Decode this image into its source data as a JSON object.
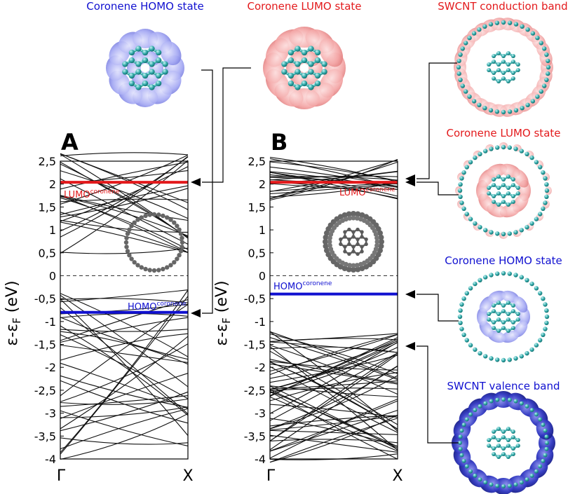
{
  "colors": {
    "red": "#e31a1c",
    "blue": "#1010d0",
    "atom": "#2ea7a7",
    "red_orbital": "#f5a0a0",
    "blue_orbital": "#9fa3f2",
    "dark_blue_orbital": "#2d35c0"
  },
  "captions": {
    "top_homo": "Coronene HOMO state",
    "top_lumo": "Coronene LUMO state",
    "right_cb": "SWCNT conduction band",
    "right_lumo": "Coronene LUMO state",
    "right_homo": "Coronene HOMO state",
    "right_vb": "SWCNT valence band"
  },
  "panels": {
    "A": {
      "label": "A",
      "lumo_text": "LUMO",
      "lumo_sup": "coronene",
      "homo_text": "HOMO",
      "homo_sup": "coronene"
    },
    "B": {
      "label": "B",
      "lumo_text": "LUMO",
      "lumo_sup": "coronene",
      "homo_text": "HOMO",
      "homo_sup": "coronene"
    }
  },
  "axis": {
    "ylabel_main": "ε-ε",
    "ylabel_sub": "F",
    "ylabel_unit": " (eV)",
    "x_left": "Γ",
    "x_right": "X",
    "yticks": [
      "2,5",
      "2",
      "1,5",
      "1",
      "0,5",
      "0",
      "-0,5",
      "-1",
      "-1,5",
      "-2",
      "-2,5",
      "-3",
      "-3,5",
      "-4"
    ]
  },
  "chart_data": [
    {
      "type": "line",
      "panel": "A",
      "x": [
        "Γ",
        "X"
      ],
      "ylim": [
        -4,
        2.5
      ],
      "ylabel": "ε-εF (eV)",
      "fermi_level": 0,
      "series": [
        {
          "name": "LUMO coronene",
          "values": [
            2.04,
            2.04
          ]
        },
        {
          "name": "HOMO coronene",
          "values": [
            -0.8,
            -0.8
          ]
        }
      ]
    },
    {
      "type": "line",
      "panel": "B",
      "x": [
        "Γ",
        "X"
      ],
      "ylim": [
        -4,
        2.5
      ],
      "ylabel": "ε-εF (eV)",
      "fermi_level": 0,
      "series": [
        {
          "name": "LUMO coronene",
          "values": [
            2.04,
            2.04
          ]
        },
        {
          "name": "HOMO coronene",
          "values": [
            -0.4,
            -0.4
          ]
        }
      ]
    }
  ]
}
